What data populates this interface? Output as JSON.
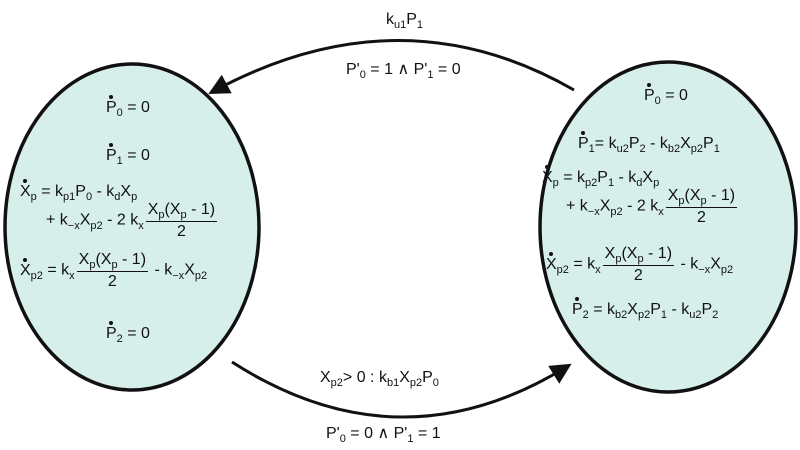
{
  "arrows": {
    "top": {
      "label_rate": "k",
      "label_rate_sub": "u1",
      "label_rate_var": "P",
      "label_rate_var_sub": "1",
      "condition": "P'₀ = 1 ∧ P'₁ = 0"
    },
    "bottom": {
      "label": "X",
      "condition": "P'₀ = 0 ∧ P'₁ = 1"
    }
  },
  "left_state": {
    "p0": "= 0",
    "p1": "= 0",
    "p2": "= 0"
  },
  "right_state": {
    "p0": "= 0"
  },
  "colors": {
    "state_fill": "#d7efea",
    "stroke": "#111111"
  }
}
